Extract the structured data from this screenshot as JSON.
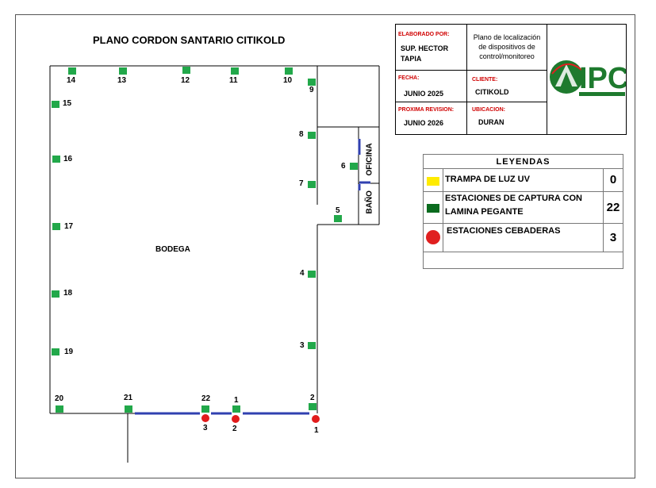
{
  "title": "PLANO CORDON SANTARIO CITIKOLD",
  "rooms": {
    "warehouse": "BODEGA",
    "office": "OFICINA",
    "bathroom": "BAÑO"
  },
  "info": {
    "elaborado_label": "ELABORADO POR:",
    "elaborado_value": "SUP. HECTOR TAPIA",
    "description": "Plano de localización de dispositivos de control/monitoreo",
    "fecha_label": "FECHA:",
    "fecha_value": "JUNIO 2025",
    "cliente_label": "CLIENTE:",
    "cliente_value": "CITIKOLD",
    "revision_label": "PROXIMA REVISION:",
    "revision_value": "JUNIO 2026",
    "ubicacion_label": "UBICACION:",
    "ubicacion_value": "DURAN",
    "logo_text": "IPC"
  },
  "legend": {
    "header": "LEYENDAS",
    "items": [
      {
        "label": "TRAMPA DE LUZ UV",
        "count": "0",
        "color": "#ffeb00",
        "shape": "square"
      },
      {
        "label": "ESTACIONES DE CAPTURA CON LAMINA PEGANTE",
        "count": "22",
        "color": "#0a6b1e",
        "shape": "square"
      },
      {
        "label": "ESTACIONES CEBADERAS",
        "count": "3",
        "color": "#e02020",
        "shape": "circle"
      }
    ]
  },
  "capture_stations": [
    "1",
    "2",
    "3",
    "4",
    "5",
    "6",
    "7",
    "8",
    "9",
    "10",
    "11",
    "12",
    "13",
    "14",
    "15",
    "16",
    "17",
    "18",
    "19",
    "20",
    "21",
    "22"
  ],
  "bait_stations": [
    "1",
    "2",
    "3"
  ],
  "colors": {
    "station_green": "#22a84a",
    "bait_red": "#e21b1b",
    "door_blue": "#3040b0"
  }
}
